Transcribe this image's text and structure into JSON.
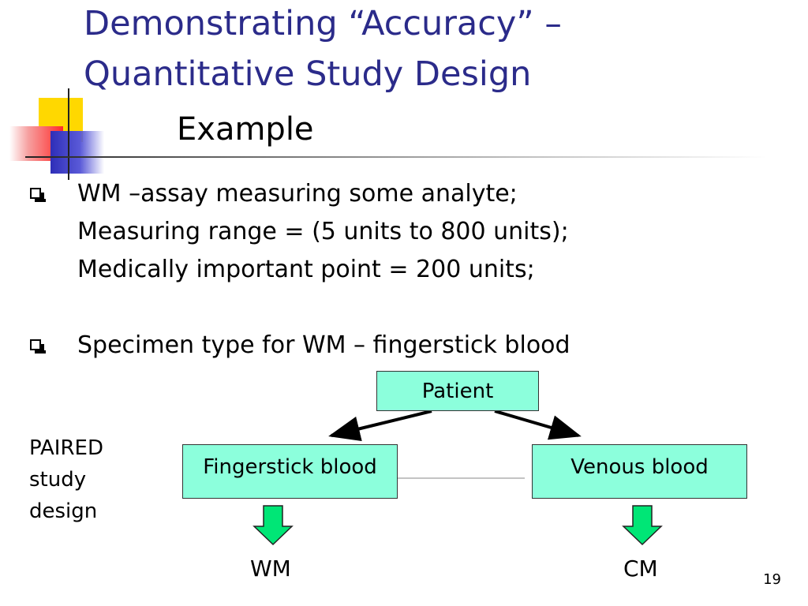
{
  "slide": {
    "title_line1": "Demonstrating “Accuracy” –",
    "title_line2": "Quantitative Study Design",
    "subtitle": "Example",
    "bullets": [
      {
        "lines": [
          "WM –assay measuring some analyte;",
          "Measuring range = (5 units to 800 units);",
          "Medically important point = 200 units;"
        ]
      },
      {
        "lines": [
          "Specimen type for WM – fingerstick blood"
        ]
      }
    ],
    "page_number": "19"
  },
  "diagram": {
    "nodes": {
      "patient": "Patient",
      "fingerstick": "Fingerstick blood",
      "venous": "Venous blood"
    },
    "outputs": {
      "left": "WM",
      "right": "CM"
    },
    "side_label": [
      "PAIRED",
      "study",
      "design"
    ]
  },
  "colors": {
    "title": "#2b2b8a",
    "node_fill": "#8cffdc",
    "down_arrow_fill": "#00e676"
  }
}
